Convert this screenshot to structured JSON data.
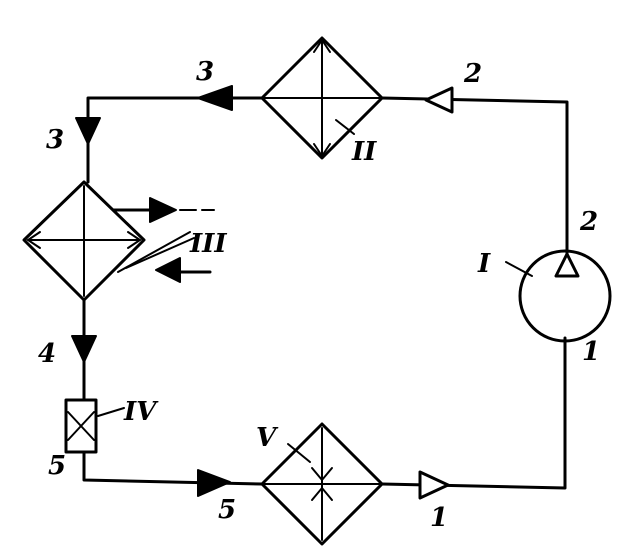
{
  "diagram": {
    "point_labels": {
      "p2_top": "2",
      "p3_top": "3",
      "p3_left": "3",
      "p2_right": "2",
      "p1_right": "1",
      "p4_left": "4",
      "p5_left": "5",
      "p5_bottom": "5",
      "p1_bottom": "1"
    },
    "components": {
      "compressor": "I",
      "condenser": "II",
      "exchanger": "III",
      "throttle": "IV",
      "evaporator": "V"
    }
  }
}
